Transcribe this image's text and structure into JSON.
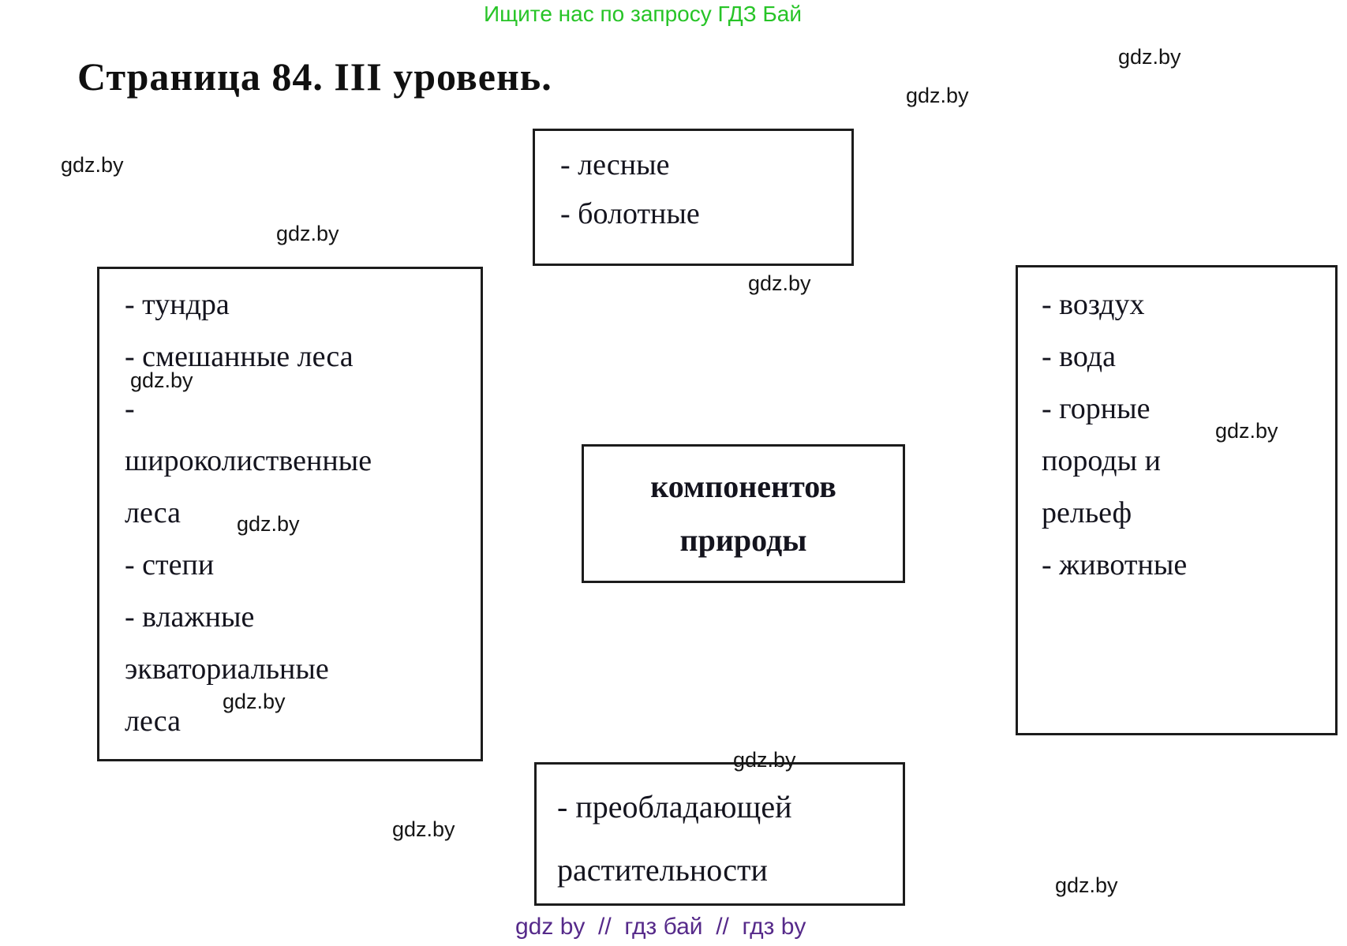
{
  "header": {
    "promo_text": "Ищите нас по запросу ГДЗ Бай",
    "page_title": "Страница 84. III уровень."
  },
  "watermark": {
    "text": "gdz.by"
  },
  "diagram": {
    "top_box": {
      "lines": [
        "- лесные",
        "- болотные"
      ]
    },
    "left_box": {
      "lines": [
        "- тундра",
        "- смешанные леса",
        "-",
        "широколиственные",
        "леса",
        "- степи",
        "- влажные",
        "экваториальные",
        "леса"
      ]
    },
    "center_box": {
      "lines": [
        "компонентов",
        "природы"
      ]
    },
    "right_box": {
      "lines": [
        "- воздух",
        "- вода",
        "- горные",
        "породы и",
        "рельеф",
        "- животные"
      ]
    },
    "bottom_box": {
      "lines": [
        "- преобладающей",
        "растительности"
      ]
    }
  },
  "footer": {
    "text": "gdz by  //  гдз бай  //  гдз by"
  },
  "colors": {
    "promo_green": "#27c427",
    "footer_purple": "#562a8a",
    "box_text_dark": "#14141e"
  }
}
